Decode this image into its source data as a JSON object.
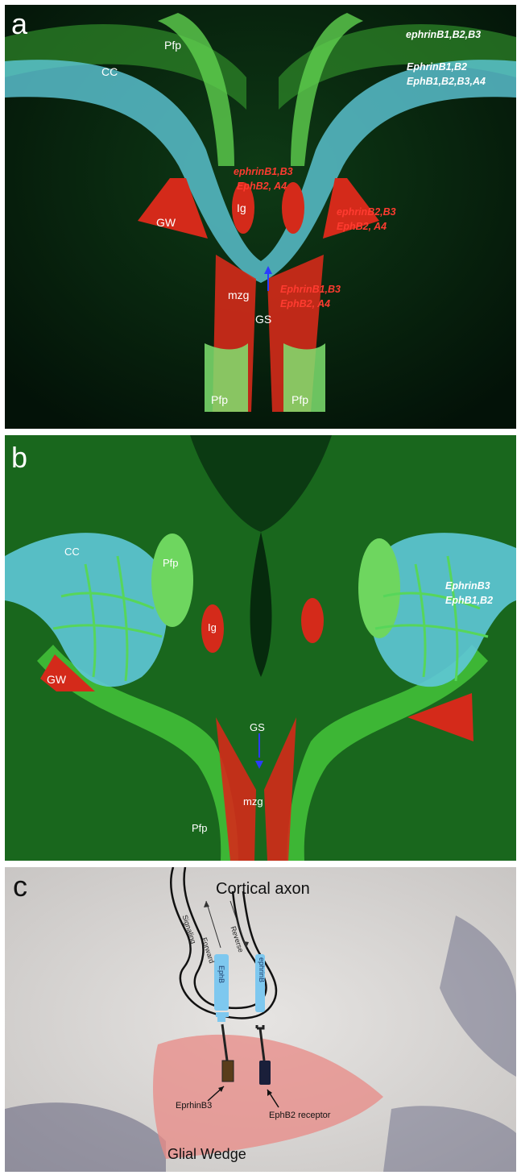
{
  "panel_a": {
    "label": "a",
    "cc": "CC",
    "pfp_top": "Pfp",
    "gw": "GW",
    "ig": "Ig",
    "mzg": "mzg",
    "gs": "GS",
    "pfp_left": "Pfp",
    "pfp_right": "Pfp",
    "ann_top_1": "ephrinB1,B2,B3",
    "ann_top_2a": "EphrinB1,B2",
    "ann_top_2b": "EphB1,B2,B3,A4",
    "ann_mid_a": "ephrinB1,B3",
    "ann_mid_b": "EphB2, A4",
    "ann_right_a": "ephrinB2,B3",
    "ann_right_b": "EphB2, A4",
    "ann_low_a": "EphrinB1,B3",
    "ann_low_b": "EphB2, A4"
  },
  "panel_b": {
    "label": "b",
    "cc": "CC",
    "pfp_top": "Pfp",
    "gw": "GW",
    "ig": "Ig",
    "gs": "GS",
    "mzg": "mzg",
    "pfp_bottom": "Pfp",
    "ann_a": "EphrinB3",
    "ann_b": "EphB1,B2"
  },
  "panel_c": {
    "label": "c",
    "cortical_axon": "Cortical axon",
    "signaling": "Signaling",
    "forward": "Forward",
    "reverse": "Reverse",
    "ephb": "EphB",
    "ephrinb": "ephrinB",
    "eprhinb3": "EprhinB3",
    "ephb2_receptor": "EphB2 receptor",
    "glial_wedge": "Glial Wedge"
  },
  "colors": {
    "green": "#3fc23a",
    "cyan": "#5ec8d8",
    "red": "#d42a1a",
    "label_red": "#ff3b30"
  }
}
